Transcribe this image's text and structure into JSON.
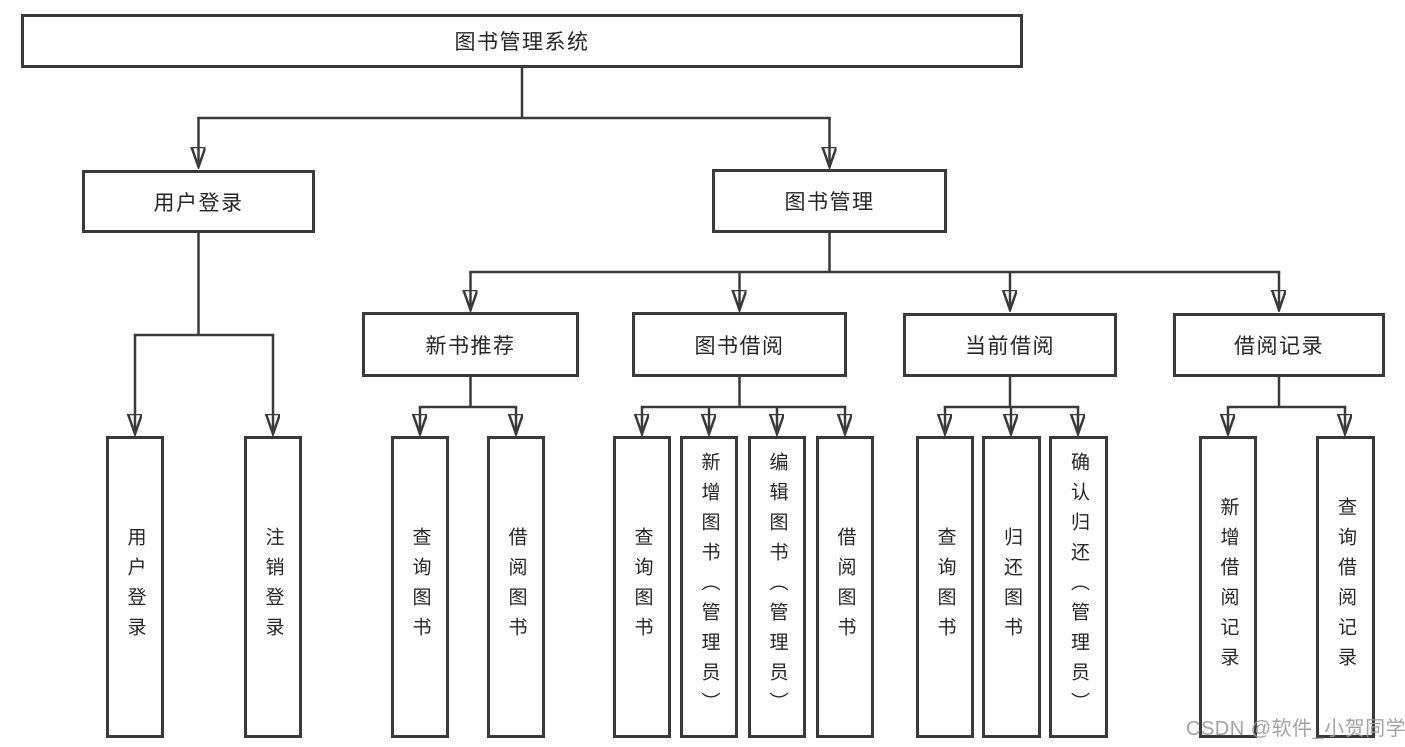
{
  "diagram": {
    "title": "图书管理系统",
    "root": {
      "label": "图书管理系统"
    },
    "level2": [
      {
        "id": "user-login",
        "label": "用户登录"
      },
      {
        "id": "book-management",
        "label": "图书管理"
      }
    ],
    "level3": [
      {
        "id": "new-book-recommend",
        "label": "新书推荐"
      },
      {
        "id": "book-borrowing",
        "label": "图书借阅"
      },
      {
        "id": "current-borrowing",
        "label": "当前借阅"
      },
      {
        "id": "borrowing-records",
        "label": "借阅记录"
      }
    ],
    "level4": {
      "user_login_children": [
        "用户登录",
        "注销登录"
      ],
      "new_book_children": [
        "查询图书",
        "借阅图书"
      ],
      "book_borrow_children": [
        "查询图书",
        "新增图书（管理员）",
        "编辑图书（管理员）",
        "借阅图书"
      ],
      "current_borrow_children": [
        "查询图书",
        "归还图书",
        "确认归还（管理员）"
      ],
      "borrow_record_children": [
        "新增借阅记录",
        "查询借阅记录"
      ]
    }
  },
  "watermark": {
    "text": "CSDN @软件_小贺同学"
  },
  "colors": {
    "line": "#3a3a3a",
    "text": "#262626",
    "watermark": "#9b9ba3",
    "background": "#ffffff"
  }
}
